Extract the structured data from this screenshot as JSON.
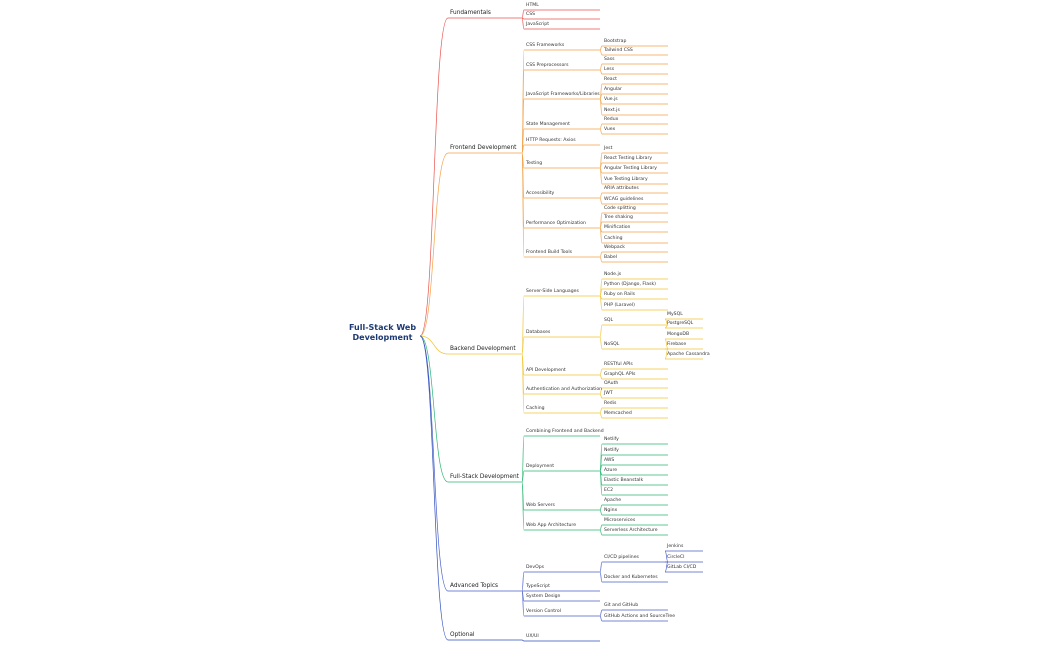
{
  "root": {
    "line1": "Full-Stack Web",
    "line2": "Development"
  },
  "colors": {
    "fundamentals": "#e8544f",
    "frontend": "#f2a34a",
    "backend": "#f2c433",
    "fullstack": "#2bb673",
    "advanced": "#4a5fc9",
    "optional": "#2e4fbf",
    "root_text": "#1d3a72"
  },
  "branches": [
    {
      "key": "fundamentals",
      "label": "Fundamentals",
      "children": [
        {
          "label": "HTML"
        },
        {
          "label": "CSS"
        },
        {
          "label": "JavaScript"
        }
      ]
    },
    {
      "key": "frontend",
      "label": "Frontend Development",
      "children": [
        {
          "label": "CSS Frameworks",
          "children": [
            {
              "label": "Bootstrap"
            },
            {
              "label": "Tailwind CSS"
            }
          ]
        },
        {
          "label": "CSS Preprocessors",
          "children": [
            {
              "label": "Sass"
            },
            {
              "label": "Less"
            }
          ]
        },
        {
          "label": "JavaScript Frameworks/Libraries",
          "children": [
            {
              "label": "React"
            },
            {
              "label": "Angular"
            },
            {
              "label": "Vue.js"
            },
            {
              "label": "Next.js"
            }
          ]
        },
        {
          "label": "State Management",
          "children": [
            {
              "label": "Redux"
            },
            {
              "label": "Vuex"
            }
          ]
        },
        {
          "label": "HTTP Requests: Axios"
        },
        {
          "label": "Testing",
          "children": [
            {
              "label": "Jest"
            },
            {
              "label": "React Testing Library"
            },
            {
              "label": "Angular Testing Library"
            },
            {
              "label": "Vue Testing Library"
            }
          ]
        },
        {
          "label": "Accessibility",
          "children": [
            {
              "label": "ARIA attributes"
            },
            {
              "label": "WCAG guidelines"
            }
          ]
        },
        {
          "label": "Performance Optimization",
          "children": [
            {
              "label": "Code splitting"
            },
            {
              "label": "Tree shaking"
            },
            {
              "label": "Minification"
            },
            {
              "label": "Caching"
            }
          ]
        },
        {
          "label": "Frontend Build Tools",
          "children": [
            {
              "label": "Webpack"
            },
            {
              "label": "Babel"
            }
          ]
        }
      ]
    },
    {
      "key": "backend",
      "label": "Backend Development",
      "children": [
        {
          "label": "Server-Side Languages",
          "children": [
            {
              "label": "Node.js"
            },
            {
              "label": "Python (Django, Flask)"
            },
            {
              "label": "Ruby on Rails"
            },
            {
              "label": "PHP (Laravel)"
            }
          ]
        },
        {
          "label": "Databases",
          "children": [
            {
              "label": "SQL",
              "children": [
                {
                  "label": "MySQL"
                },
                {
                  "label": "PostgreSQL"
                }
              ]
            },
            {
              "label": "NoSQL",
              "children": [
                {
                  "label": "MongoDB"
                },
                {
                  "label": "Firebase"
                },
                {
                  "label": "Apache Cassandra"
                }
              ]
            }
          ]
        },
        {
          "label": "API Development",
          "children": [
            {
              "label": "RESTful APIs"
            },
            {
              "label": "GraphQL APIs"
            }
          ]
        },
        {
          "label": "Authentication and Authorization",
          "children": [
            {
              "label": "OAuth"
            },
            {
              "label": "JWT"
            }
          ]
        },
        {
          "label": "Caching",
          "children": [
            {
              "label": "Redis"
            },
            {
              "label": "Memcached"
            }
          ]
        }
      ]
    },
    {
      "key": "fullstack",
      "label": "Full-Stack Development",
      "children": [
        {
          "label": "Combining Frontend and Backend"
        },
        {
          "label": "Deployment",
          "children": [
            {
              "label": "Netlify"
            },
            {
              "label": "Netlify"
            },
            {
              "label": "AWS"
            },
            {
              "label": "Azure"
            },
            {
              "label": "Elastic Beanstalk"
            },
            {
              "label": "EC2"
            }
          ]
        },
        {
          "label": "Web Servers",
          "children": [
            {
              "label": "Apache"
            },
            {
              "label": "Nginx"
            }
          ]
        },
        {
          "label": "Web App Architecture",
          "children": [
            {
              "label": "Microservices"
            },
            {
              "label": "Serverless Architecture"
            }
          ]
        }
      ]
    },
    {
      "key": "advanced",
      "label": "Advanced Topics",
      "children": [
        {
          "label": "DevOps",
          "children": [
            {
              "label": "CI/CD pipelines",
              "children": [
                {
                  "label": "Jenkins"
                },
                {
                  "label": "CircleCI"
                },
                {
                  "label": "GitLab CI/CD"
                }
              ]
            },
            {
              "label": "Docker and Kubernetes"
            }
          ]
        },
        {
          "label": "TypeScript"
        },
        {
          "label": "System Design"
        },
        {
          "label": "Version Control",
          "children": [
            {
              "label": "Git and GitHub"
            },
            {
              "label": "GitHub Actions and SourceTree"
            }
          ]
        }
      ]
    },
    {
      "key": "optional",
      "label": "Optional",
      "children": [
        {
          "label": "UX/UI"
        }
      ]
    }
  ]
}
